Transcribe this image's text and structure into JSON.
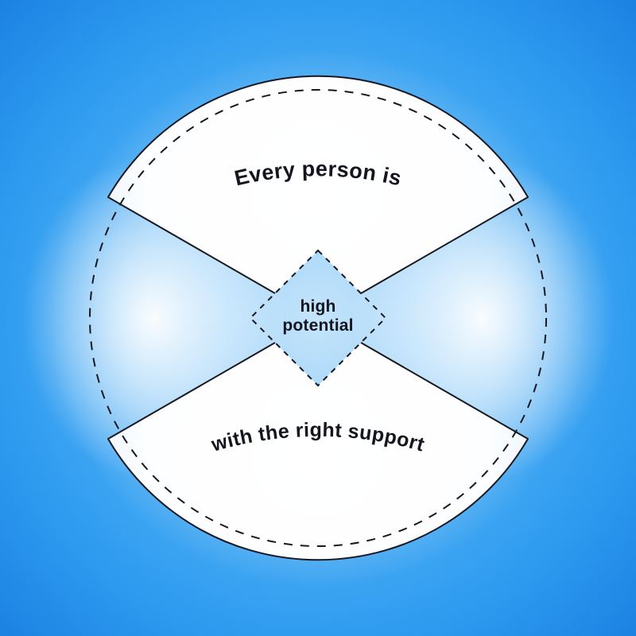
{
  "page": {
    "title": "High potential circle diagram"
  },
  "diagram": {
    "top_arc_text": "Every person is",
    "center_text_line1": "high",
    "center_text_line2": "potential",
    "bottom_arc_text": "with the right support"
  },
  "colors": {
    "background_blue_outer": "#1a80e2",
    "background_blue_mid": "#2d9af0",
    "background_blue_inner": "#6dbdf6",
    "side_glow": "#ffffff",
    "sector_fill": "#ffffff",
    "sector_fill_edge": "#e7f2fc",
    "line_color": "#17171f",
    "text_color": "#14141f"
  }
}
